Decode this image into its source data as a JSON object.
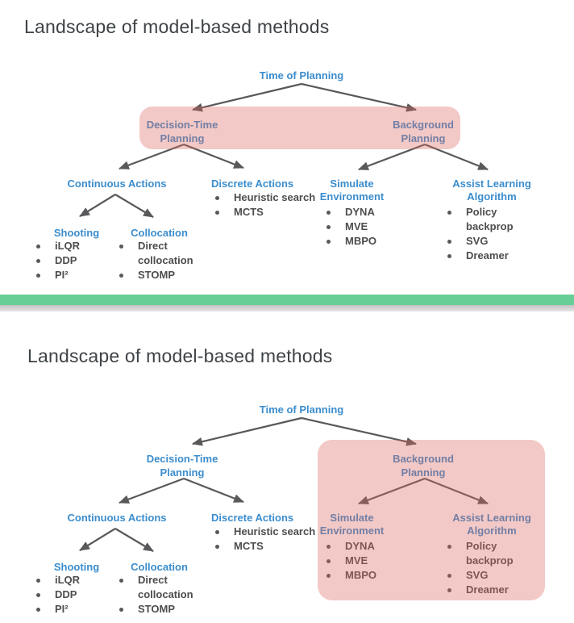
{
  "slide1": {
    "title": "Landscape of model-based methods"
  },
  "slide2": {
    "title": "Landscape of model-based methods"
  },
  "tree": {
    "root": "Time of Planning",
    "decision_time": "Decision-Time\nPlanning",
    "background": "Background\nPlanning",
    "continuous": "Continuous Actions",
    "discrete": "Discrete Actions",
    "discrete_items": [
      "Heuristic search",
      "MCTS"
    ],
    "shooting": "Shooting",
    "shooting_items": [
      "iLQR",
      "DDP",
      "PI²"
    ],
    "collocation": "Collocation",
    "collocation_items": [
      "Direct collocation",
      "STOMP"
    ],
    "simulate": "Simulate\nEnvironment",
    "simulate_items": [
      "DYNA",
      "MVE",
      "MBPO"
    ],
    "assist": "Assist Learning\nAlgorithm",
    "assist_items": [
      "Policy backprop",
      "SVG",
      "Dreamer"
    ]
  },
  "colors": {
    "heading_blue": "#3b8dcd",
    "body_text_gray": "#4d4d4f",
    "arrow_gray": "#59595b",
    "title_gray": "#3e4347",
    "highlight_pink_overlay": "rgba(219,100,92,0.35)",
    "divider_green": "#67cf95",
    "divider_gray": "#c2c2c2"
  }
}
